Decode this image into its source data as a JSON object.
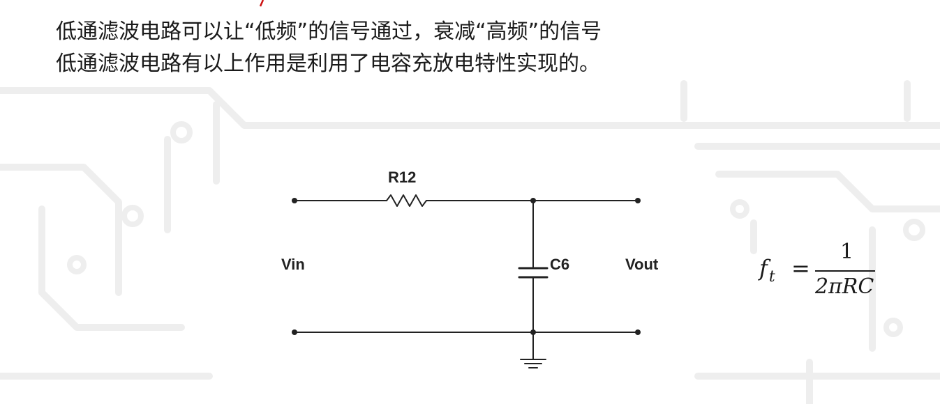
{
  "text": {
    "line1": "低通滤波电路可以让“低频”的信号通过，衰减“高频”的信号",
    "line2": "低通滤波电路有以上作用是利用了电容充放电特性实现的。"
  },
  "circuit": {
    "resistor_label": "R12",
    "capacitor_label": "C6",
    "input_label": "Vin",
    "output_label": "Vout"
  },
  "formula": {
    "lhs": "f",
    "lhs_sub": "t",
    "equals": "=",
    "numerator": "1",
    "denominator": "2πRC"
  },
  "colors": {
    "text": "#1a1a1a",
    "wire": "#222222",
    "background_pattern": "#eeeeee",
    "accent_mark": "#cc1111"
  }
}
